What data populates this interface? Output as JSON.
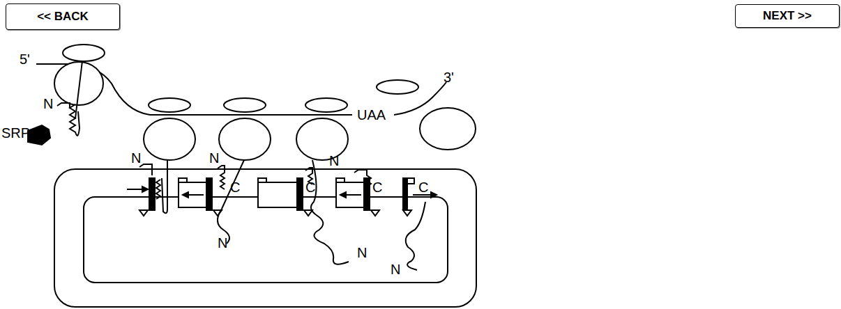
{
  "diagram": {
    "nodes": [
      {
        "text": [
          "<< BACK"
        ]
      },
      {
        "text": [
          "NEXT >>"
        ]
      }
    ],
    "labels": [
      "5'",
      "N",
      "SRP",
      "UAA",
      "3'",
      "N",
      "N",
      "N",
      "C",
      "C",
      "C",
      "C",
      "N",
      "N",
      "N"
    ]
  }
}
